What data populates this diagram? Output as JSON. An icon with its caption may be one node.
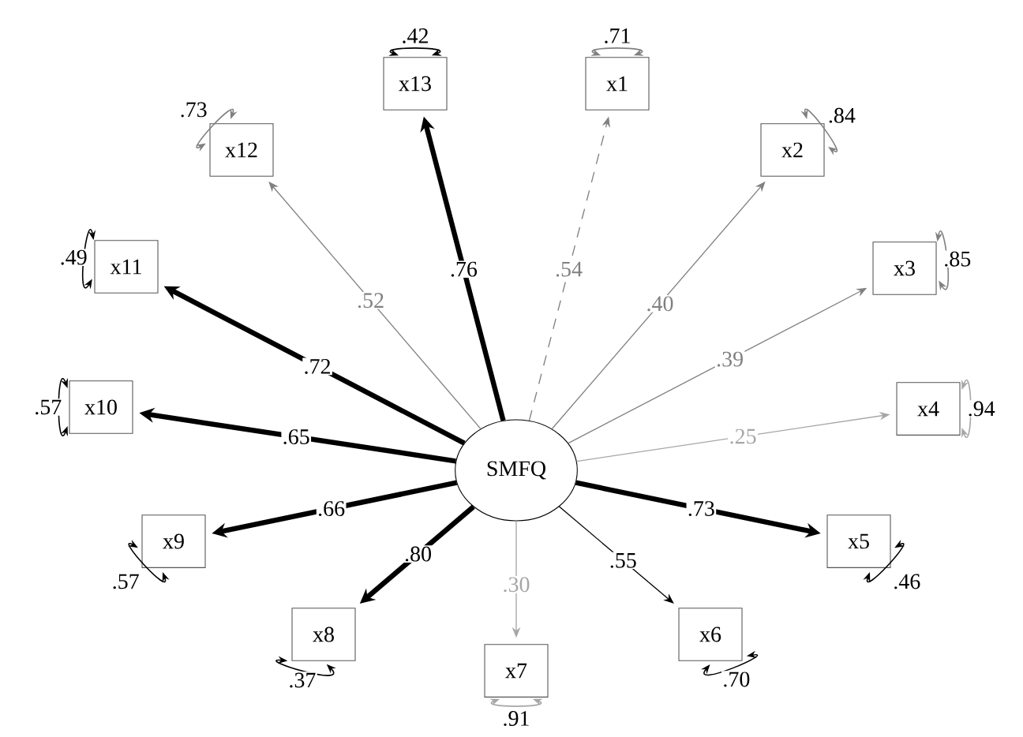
{
  "diagram": {
    "nodes": [
      {
        "text": [
          "SMFQ"
        ]
      },
      {
        "text": [
          "x1"
        ]
      },
      {
        "text": [
          "x2"
        ]
      },
      {
        "text": [
          "x3"
        ]
      },
      {
        "text": [
          "x4"
        ]
      },
      {
        "text": [
          "x5"
        ]
      },
      {
        "text": [
          "x6"
        ]
      },
      {
        "text": [
          "x7"
        ]
      },
      {
        "text": [
          "x8"
        ]
      },
      {
        "text": [
          "x9"
        ]
      },
      {
        "text": [
          "x10"
        ]
      },
      {
        "text": [
          "x11"
        ]
      },
      {
        "text": [
          "x12"
        ]
      },
      {
        "text": [
          "x13"
        ]
      }
    ],
    "edges": [
      {
        "from": 0,
        "to": 1,
        "arrow": "to",
        "label": ".54",
        "style": "dashed",
        "color": "#808080"
      },
      {
        "from": 0,
        "to": 2,
        "arrow": "to",
        "label": ".40",
        "color": "#808080"
      },
      {
        "from": 0,
        "to": 3,
        "arrow": "to",
        "label": ".39",
        "color": "#808080"
      },
      {
        "from": 0,
        "to": 4,
        "arrow": "to",
        "label": ".25",
        "color": "#a6a6a6"
      },
      {
        "from": 0,
        "to": 5,
        "arrow": "to",
        "label": ".73",
        "style": "thick"
      },
      {
        "from": 0,
        "to": 6,
        "arrow": "to",
        "label": ".55"
      },
      {
        "from": 0,
        "to": 7,
        "arrow": "to",
        "label": ".30",
        "color": "#a6a6a6"
      },
      {
        "from": 0,
        "to": 8,
        "arrow": "to",
        "label": ".80",
        "style": "thick"
      },
      {
        "from": 0,
        "to": 9,
        "arrow": "to",
        "label": ".66",
        "style": "thick"
      },
      {
        "from": 0,
        "to": 10,
        "arrow": "to",
        "label": ".65",
        "style": "thick"
      },
      {
        "from": 0,
        "to": 11,
        "arrow": "to",
        "label": ".72",
        "style": "thick"
      },
      {
        "from": 0,
        "to": 12,
        "arrow": "to",
        "label": ".52",
        "color": "#808080"
      },
      {
        "from": 0,
        "to": 13,
        "arrow": "to",
        "label": ".76",
        "style": "thick"
      },
      {
        "from": 1,
        "to": 1,
        "arrow": "both",
        "label": ".71",
        "color": "#808080"
      },
      {
        "from": 2,
        "to": 2,
        "arrow": "both",
        "label": ".84",
        "color": "#808080"
      },
      {
        "from": 3,
        "to": 3,
        "arrow": "both",
        "label": ".85",
        "color": "#808080"
      },
      {
        "from": 4,
        "to": 4,
        "arrow": "both",
        "label": ".94",
        "color": "#a6a6a6"
      },
      {
        "from": 5,
        "to": 5,
        "arrow": "both",
        "label": ".46"
      },
      {
        "from": 6,
        "to": 6,
        "arrow": "both",
        "label": ".70"
      },
      {
        "from": 7,
        "to": 7,
        "arrow": "both",
        "label": ".91",
        "color": "#a6a6a6"
      },
      {
        "from": 8,
        "to": 8,
        "arrow": "both",
        "label": ".37"
      },
      {
        "from": 9,
        "to": 9,
        "arrow": "both",
        "label": ".57"
      },
      {
        "from": 10,
        "to": 10,
        "arrow": "both",
        "label": ".57"
      },
      {
        "from": 11,
        "to": 11,
        "arrow": "both",
        "label": ".49"
      },
      {
        "from": 12,
        "to": 12,
        "arrow": "both",
        "label": ".73",
        "color": "#808080"
      },
      {
        "from": 13,
        "to": 13,
        "arrow": "both",
        "label": ".42"
      }
    ]
  }
}
